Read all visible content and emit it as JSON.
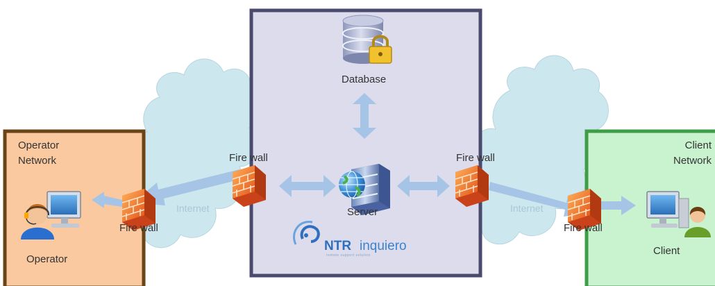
{
  "server_zone": {
    "database_label": "Database",
    "server_label": "Server",
    "brand_main": "NTR",
    "brand_sub": "inquiero",
    "brand_tagline": "remote support solution"
  },
  "operator_network": {
    "title_line1": "Operator",
    "title_line2": "Network",
    "operator_label": "Operator"
  },
  "client_network": {
    "title_line1": "Client",
    "title_line2": "Network",
    "client_label": "Client"
  },
  "clouds": {
    "left_label": "Internet",
    "right_label": "Internet"
  },
  "firewalls": {
    "operator_label": "Fire wall",
    "server_left_label": "Fire wall",
    "server_right_label": "Fire wall",
    "client_label": "Fire wall"
  },
  "colors": {
    "operator_fill": "#fac9a0",
    "operator_border": "#6b4318",
    "server_fill": "#dcdcec",
    "server_border": "#4a4a6e",
    "client_fill": "#c9f3cf",
    "client_border": "#3f9d47",
    "cloud": "#cde7ee",
    "arrow": "#a6c5e6"
  }
}
